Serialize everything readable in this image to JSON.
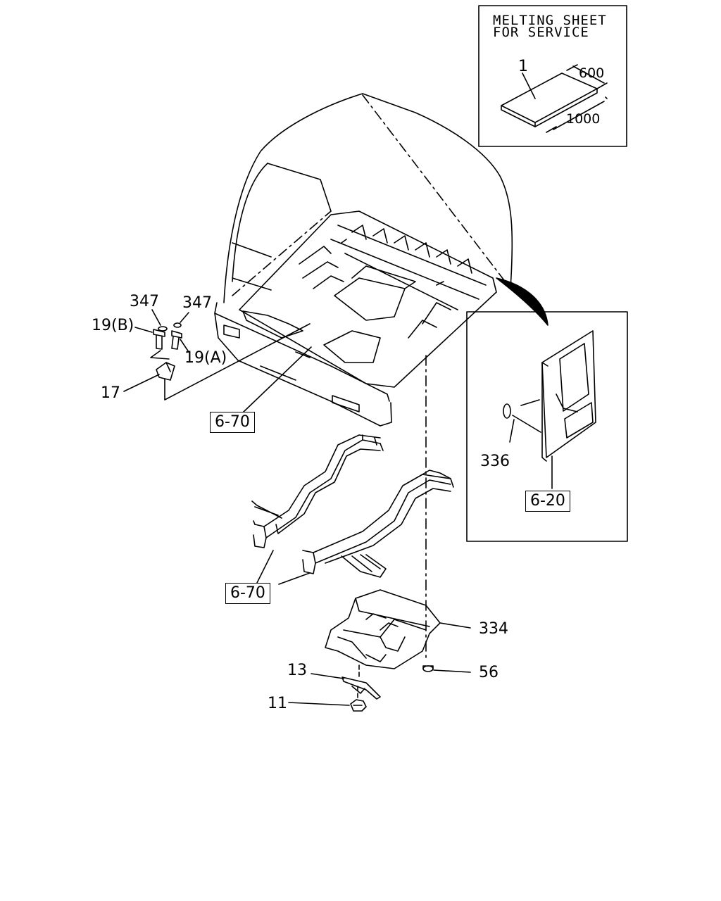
{
  "inset_service": {
    "title_line1": "MELTING SHEET",
    "title_line2": "FOR SERVICE",
    "part": "1",
    "dim_width": "600",
    "dim_length": "1000"
  },
  "labels": {
    "p347a": "347",
    "p347b": "347",
    "p19b": "19(B)",
    "p19a": "19(A)",
    "p17": "17",
    "ref670_top": "6-70",
    "ref670_bottom": "6-70",
    "p336": "336",
    "ref620": "6-20",
    "p334": "334",
    "p13": "13",
    "p56": "56",
    "p11": "11"
  }
}
